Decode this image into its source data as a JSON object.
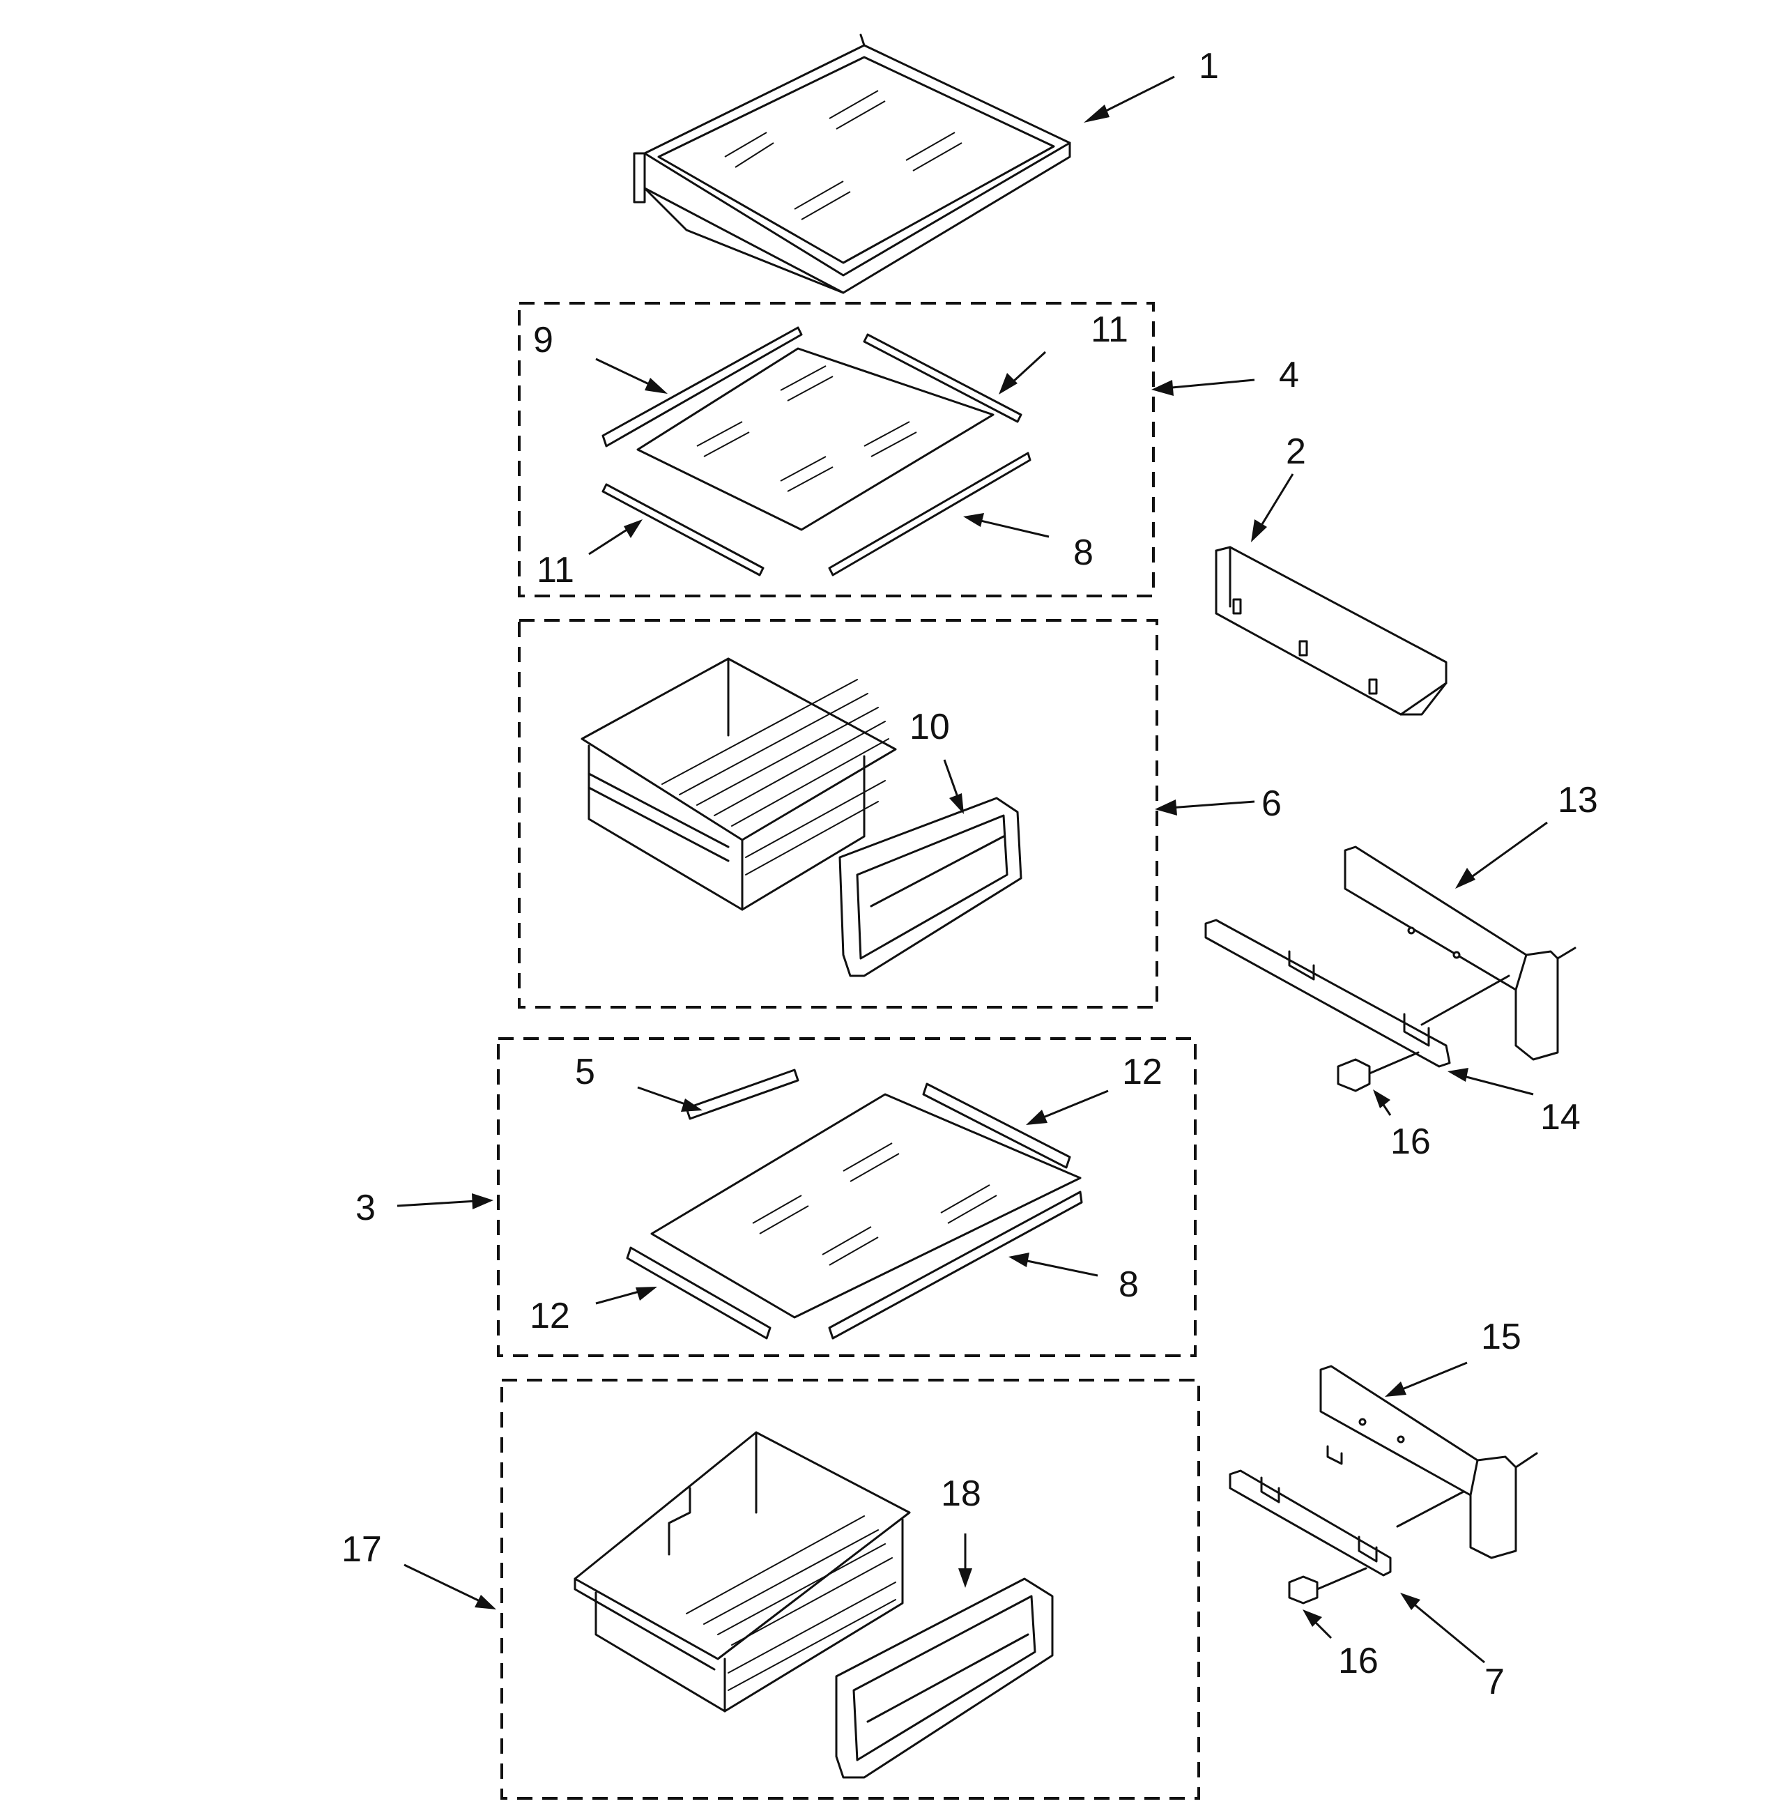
{
  "callouts": {
    "c1": "1",
    "c2": "2",
    "c3": "3",
    "c4": "4",
    "c5": "5",
    "c6": "6",
    "c7": "7",
    "c8a": "8",
    "c8b": "8",
    "c9": "9",
    "c10": "10",
    "c11a": "11",
    "c11b": "11",
    "c12a": "12",
    "c12b": "12",
    "c13": "13",
    "c14": "14",
    "c15": "15",
    "c16a": "16",
    "c16b": "16",
    "c17": "17",
    "c18": "18"
  }
}
